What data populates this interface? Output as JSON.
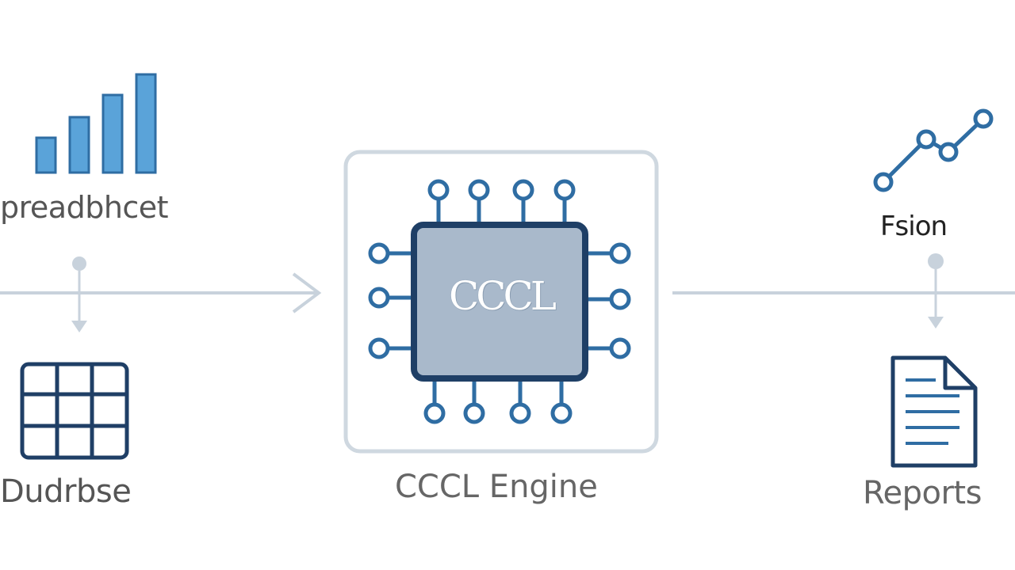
{
  "nodes": {
    "spreadsheet": {
      "label": "preadbhcet",
      "icon": "bar-chart-icon"
    },
    "database": {
      "label": "Dudrbse",
      "icon": "grid-table-icon"
    },
    "engine": {
      "label": "CCCL Engine",
      "chip_text": "CCCL",
      "icon": "cpu-chip-icon"
    },
    "fusion": {
      "label": "Fsion",
      "icon": "line-chart-icon"
    },
    "reports": {
      "label": "Reports",
      "icon": "document-icon"
    }
  },
  "colors": {
    "icon_blue": "#2f6da3",
    "icon_fill": "#5aa3d9",
    "chip_fill": "#a9b9cb",
    "chip_dark": "#1f3f66",
    "connector": "#c8d2dc",
    "frame": "#cfd8e0"
  }
}
